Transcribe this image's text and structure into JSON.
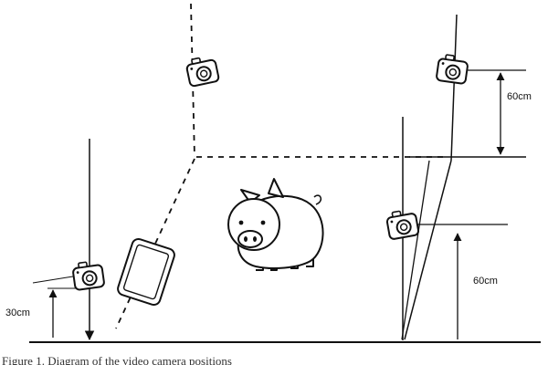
{
  "measurements": {
    "left_camera_height": "30cm",
    "right_top_spacing": "60cm",
    "right_bottom_height": "60cm"
  },
  "icons": {
    "camera": "camera-icon",
    "pig": "pig-icon",
    "tablet": "tablet-device-icon"
  },
  "caption": "Figure 1. Diagram of the video camera positions"
}
